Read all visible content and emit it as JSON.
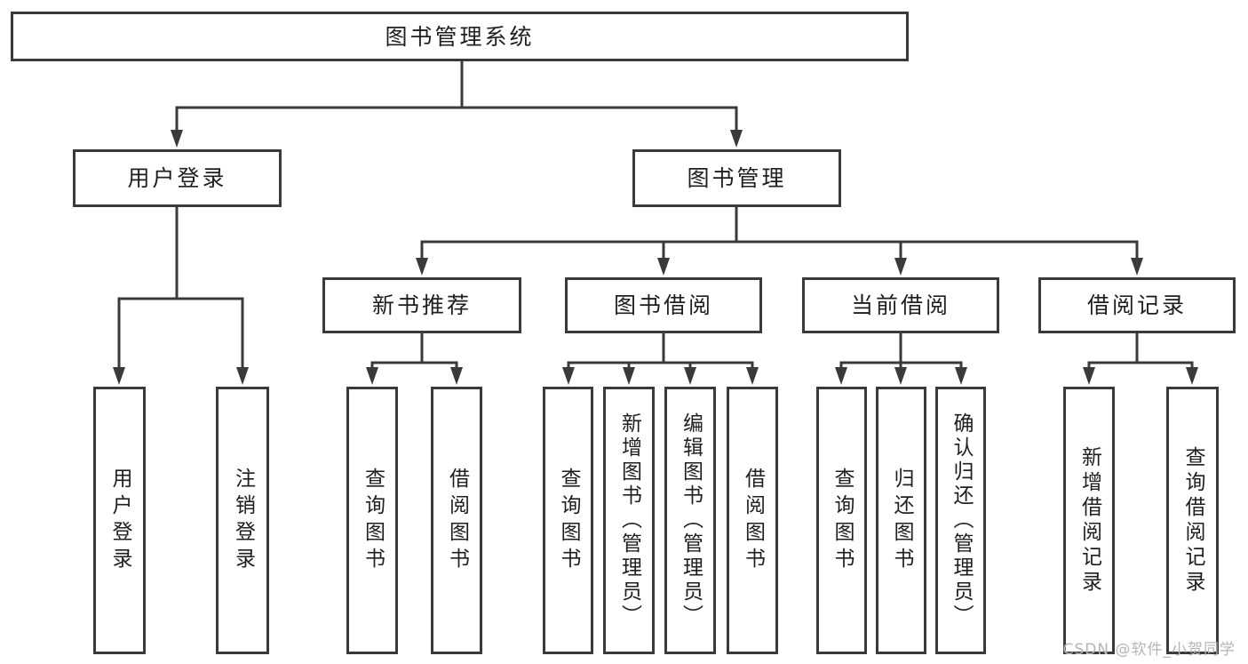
{
  "diagram": {
    "type": "hierarchy",
    "root": "图书管理系统",
    "children": [
      {
        "label": "用户登录",
        "children": [
          {
            "label": "用户登录"
          },
          {
            "label": "注销登录"
          }
        ]
      },
      {
        "label": "图书管理",
        "children": [
          {
            "label": "新书推荐",
            "children": [
              {
                "label": "查询图书"
              },
              {
                "label": "借阅图书"
              }
            ]
          },
          {
            "label": "图书借阅",
            "children": [
              {
                "label": "查询图书"
              },
              {
                "label": "新增图书（管理员）"
              },
              {
                "label": "编辑图书（管理员）"
              },
              {
                "label": "借阅图书"
              }
            ]
          },
          {
            "label": "当前借阅",
            "children": [
              {
                "label": "查询图书"
              },
              {
                "label": "归还图书"
              },
              {
                "label": "确认归还（管理员）"
              }
            ]
          },
          {
            "label": "借阅记录",
            "children": [
              {
                "label": "新增借阅记录"
              },
              {
                "label": "查询借阅记录"
              }
            ]
          }
        ]
      }
    ]
  },
  "watermark": {
    "text": "CSDN @软件_小贺同学"
  },
  "colors": {
    "line": "#3a3a3a",
    "text": "#1f1f1f",
    "background": "#ffffff",
    "watermark": "#b5b5b5"
  }
}
